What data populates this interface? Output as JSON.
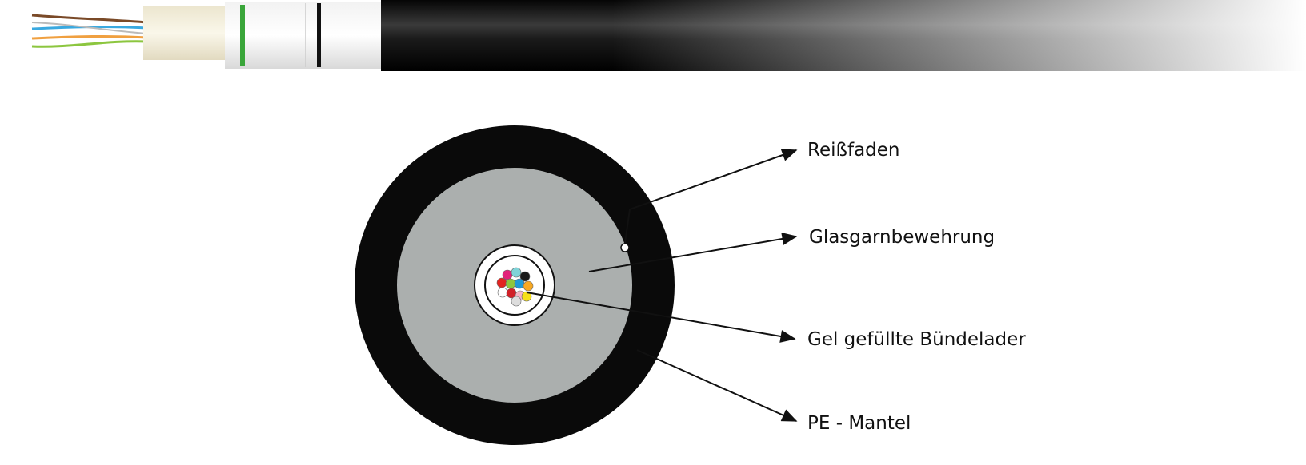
{
  "labels": {
    "ripcord": "Reißfaden",
    "glass_yarn": "Glasgarnbewehrung",
    "buffer_tube": "Gel gefüllte Bündelader",
    "jacket": "PE - Mantel"
  },
  "colors": {
    "jacket": "#0a0a0a",
    "armor": "#abafae",
    "tube": "#ffffff",
    "outline": "#111111",
    "core_band": "#efe9d4",
    "green_mark": "#3aa63a"
  },
  "fiber_colors": [
    "#e2227a",
    "#7fd3d8",
    "#1a1a1a",
    "#e32420",
    "#8dc63f",
    "#1f9ad6",
    "#f7a823",
    "#ffffff",
    "#d12027",
    "#f5b5c4",
    "#f7e017",
    "#dddddd"
  ],
  "wire_colors": [
    "#7a4a28",
    "#3aa9e0",
    "#f0a040",
    "#8cc63f",
    "#bbbbbb"
  ]
}
